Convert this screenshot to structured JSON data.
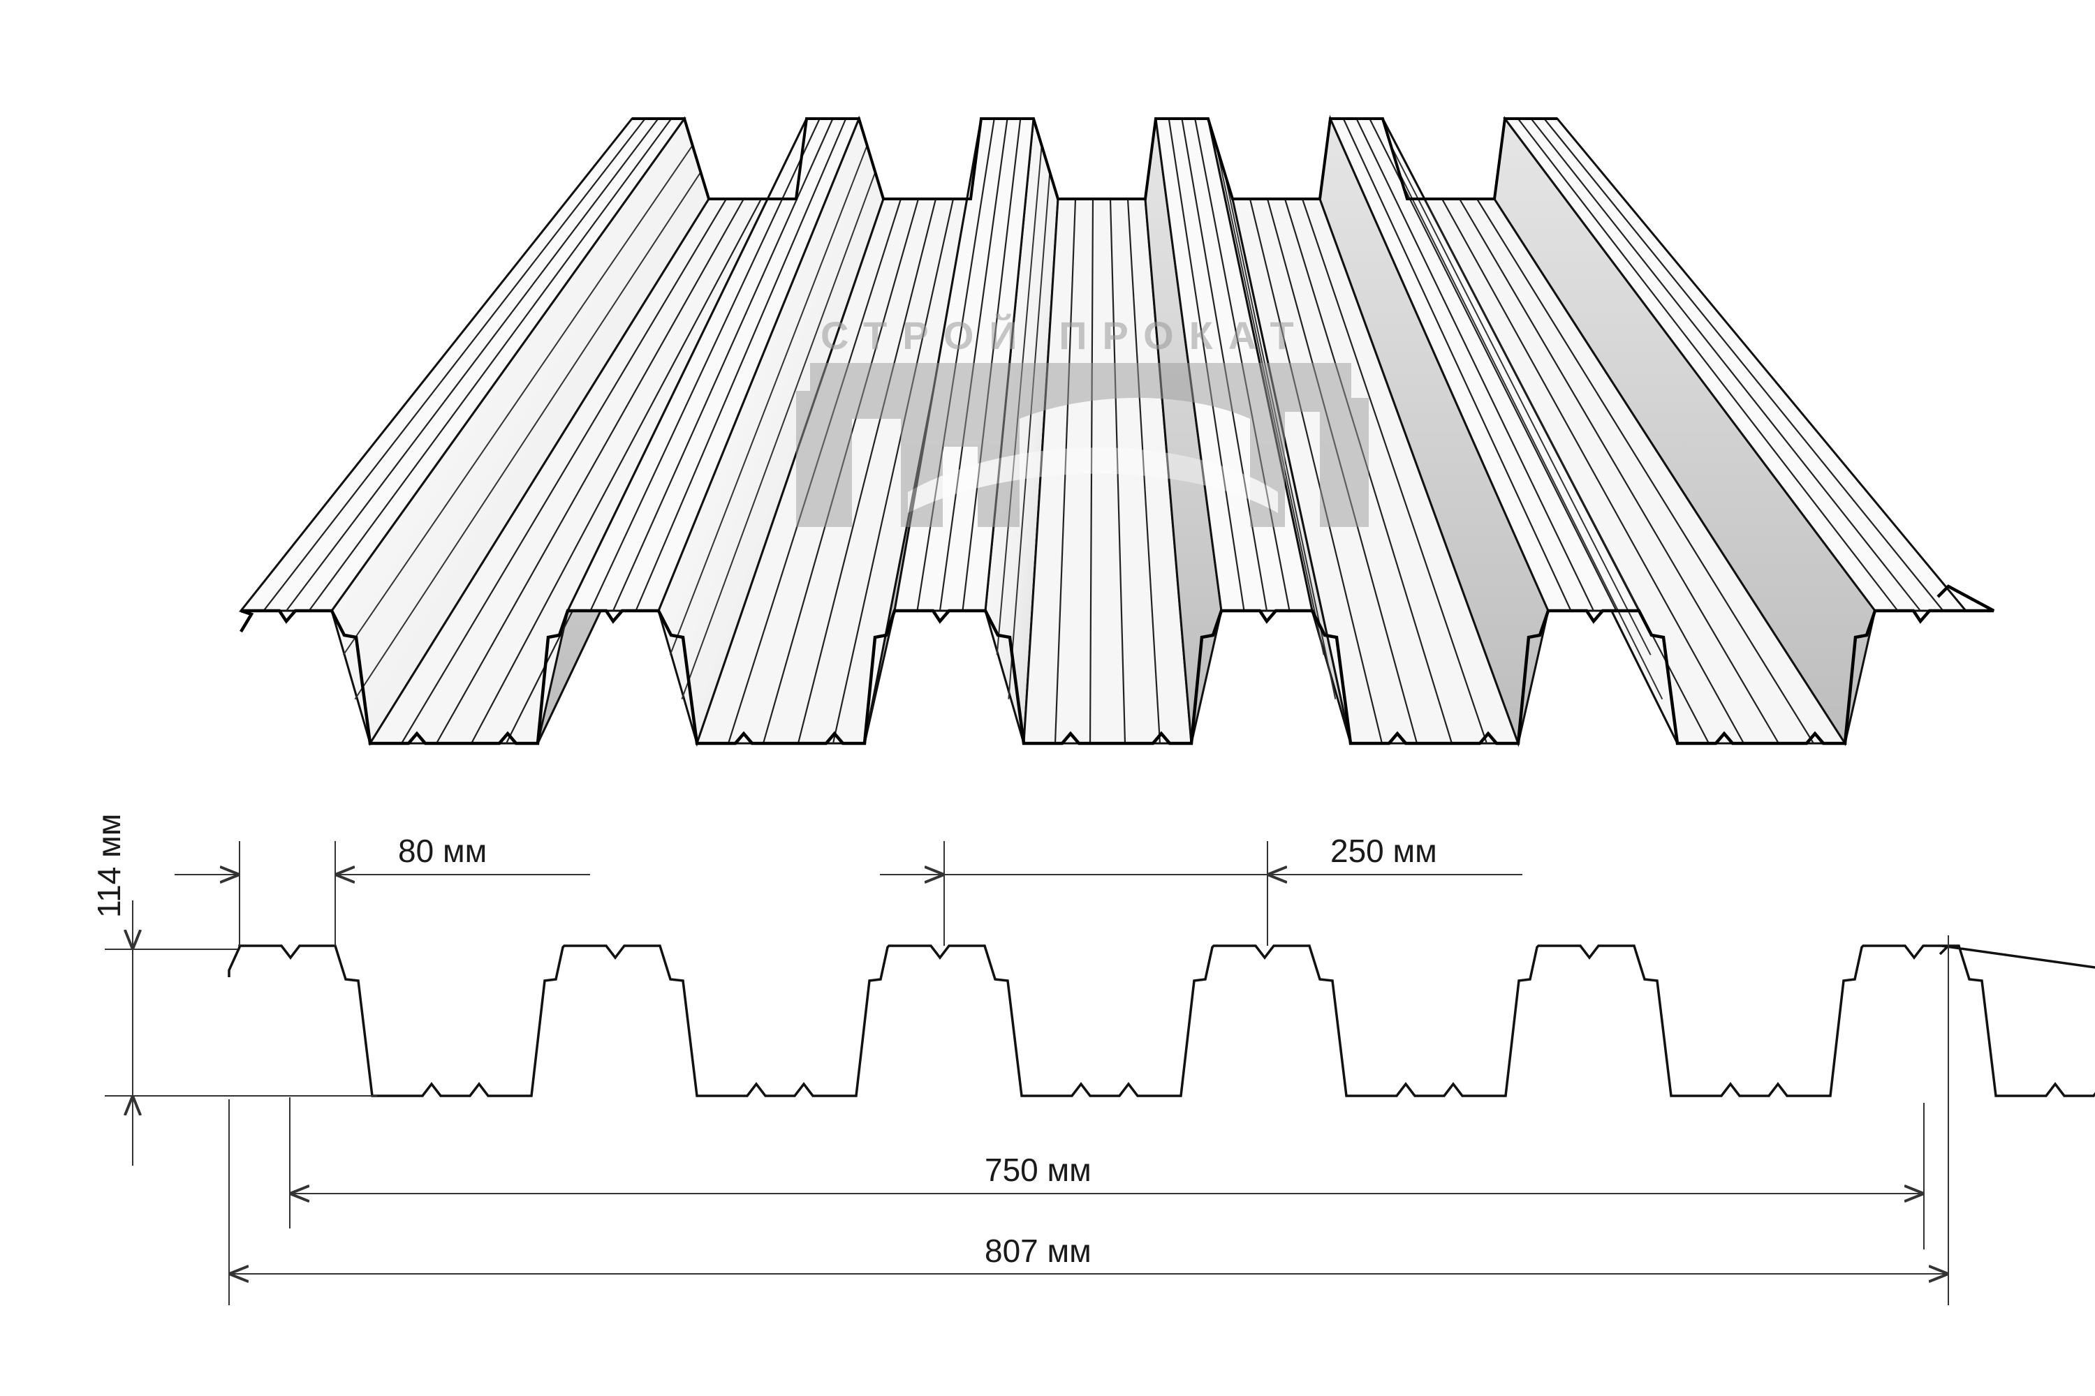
{
  "watermark": {
    "text": "СТРОЙ ПРОКАТ",
    "logo": "sp-logo"
  },
  "dimensions": {
    "height": "114 мм",
    "top_flat": "80 мм",
    "pitch": "250 мм",
    "useful_width": "750 мм",
    "full_width": "807 мм"
  },
  "colors": {
    "line": "#111111",
    "dim_line": "#333333",
    "sheet_light": "#ffffff",
    "sheet_shade": "#d9d9d9",
    "watermark": "#9a9a9a"
  }
}
